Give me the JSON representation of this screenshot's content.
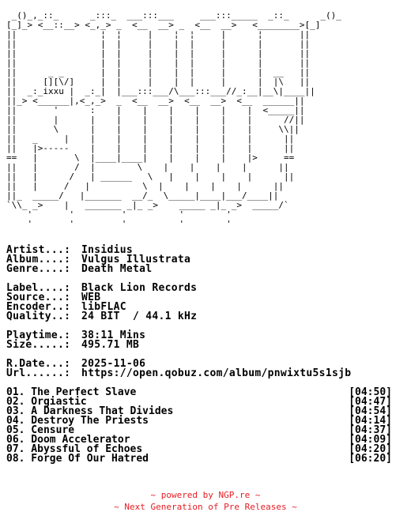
{
  "logo_art": " _()_,_::_      _:::_  ___:::___     ___:::_____  _::_      _()_\n[_]_> <__::__> <_,_> _  <__  __> _  <__  __>   <________>[_]\n||                ¦  ¦     |    ¦  ¦     |      ¦       ||\n||                |  |     |    |  |     |      |       ||\n||                |  |     |    |  |     |      |       ||\n||                |  |     |    |  |     |      |       ||\n||      _ _       |  |     |    |  |     |      |  __   ||\n||     [][\\/]     |  |     |    |  |     |      |  |\\   ||\n||  _:_ixxu |  _:_|  |___:::___/\\___:::___//_:__|__\\|____||\n||_> <______|,<_,_>  _  <__  __>  <__  __>  <__  ______||\n||       '      :    |    |    |    |    |    |  <_____||\n||       |      |    |    |    |    |    |    |      //||\n||       \\      |    |    |    |    |    |    |     \\\\||\n||   _     |    |    |    |    |    |    |    |      ||\n||   |>-----    |    |    |    |    |    |    |      ||\n==   |       \\  |____|____|    |    |    |    |>     ==\n||   |       /  |        \\    |    |    |    |      ||\n||   |      /   | ______   \\   |    |    |    |      ||\n||   |     /   |          \\  |    |    |    |      ||\n||_  _____/   |_______  __/_  \\_____|____|___/____||\n`\\\\_ _>    |   _______ _|_ _>    _____ _|_ _>  _____/`\n    '       '         '          '        '\n    '       '         '          '        '",
  "info": {
    "artist_label": "Artist...:",
    "artist": "Insidius",
    "album_label": "Album....:",
    "album": "Vulgus Illustrata",
    "genre_label": "Genre....:",
    "genre": "Death Metal",
    "label_label": "Label....:",
    "label": "Black Lion Records",
    "source_label": "Source...:",
    "source": "WEB",
    "encoder_label": "Encoder..:",
    "encoder": "libFLAC",
    "quality_label": "Quality..:",
    "quality": "24 BIT  / 44.1 kHz",
    "playtime_label": "Playtime.:",
    "playtime": "38:11 Mins",
    "size_label": "Size.....:",
    "size": "495.71 MB",
    "rdate_label": "R.Date...:",
    "rdate": "2025-11-06",
    "url_label": "Url......:",
    "url": "https://open.qobuz.com/album/pnwixtu5s1sjb"
  },
  "tracks": [
    {
      "title": "01. The Perfect Slave",
      "duration": "[04:50]"
    },
    {
      "title": "02. Orgiastic",
      "duration": "[04:47]"
    },
    {
      "title": "03. A Darkness That Divides",
      "duration": "[04:54]"
    },
    {
      "title": "04. Destroy The Priests",
      "duration": "[04:14]"
    },
    {
      "title": "05. Censure",
      "duration": "[04:37]"
    },
    {
      "title": "06. Doom Accelerator",
      "duration": "[04:09]"
    },
    {
      "title": "07. Abyssful of Echoes",
      "duration": "[04:20]"
    },
    {
      "title": "08. Forge Of Our Hatred",
      "duration": "[06:20]"
    }
  ],
  "footer": {
    "line1": "~ powered by NGP.re ~",
    "line2": "~ Next Generation of Pre Releases ~"
  },
  "colors": {
    "footer": "#e51c23",
    "text": "#000000",
    "background": "#ffffff"
  }
}
